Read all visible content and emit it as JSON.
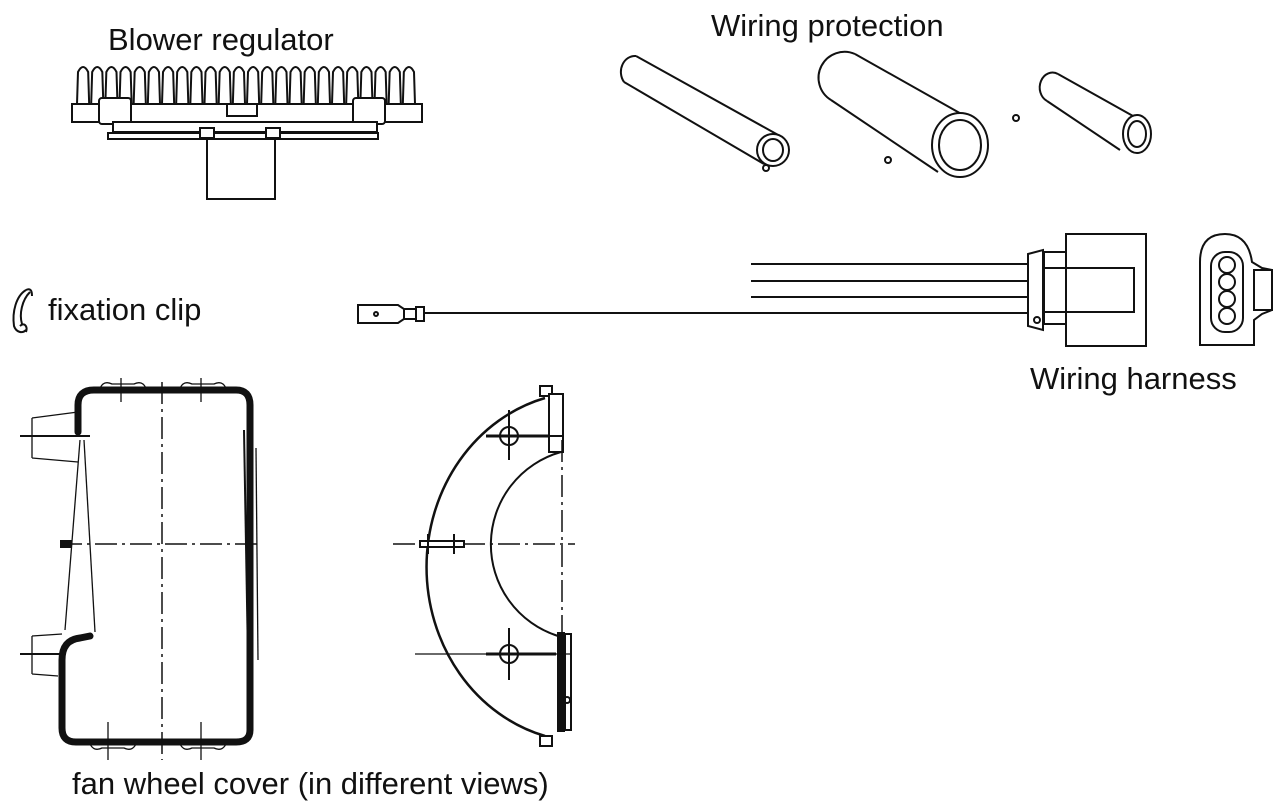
{
  "diagram": {
    "parts": [
      {
        "id": "blower-regulator",
        "label": "Blower regulator"
      },
      {
        "id": "wiring-protection",
        "label": "Wiring protection",
        "sleeve_count": 3
      },
      {
        "id": "fixation-clip",
        "label": "fixation clip"
      },
      {
        "id": "wiring-harness",
        "label": "Wiring harness",
        "wire_count": 4,
        "connector_pin_count": 4
      },
      {
        "id": "fan-wheel-cover",
        "label": "fan wheel cover (in different views)",
        "view_count": 2
      }
    ]
  }
}
